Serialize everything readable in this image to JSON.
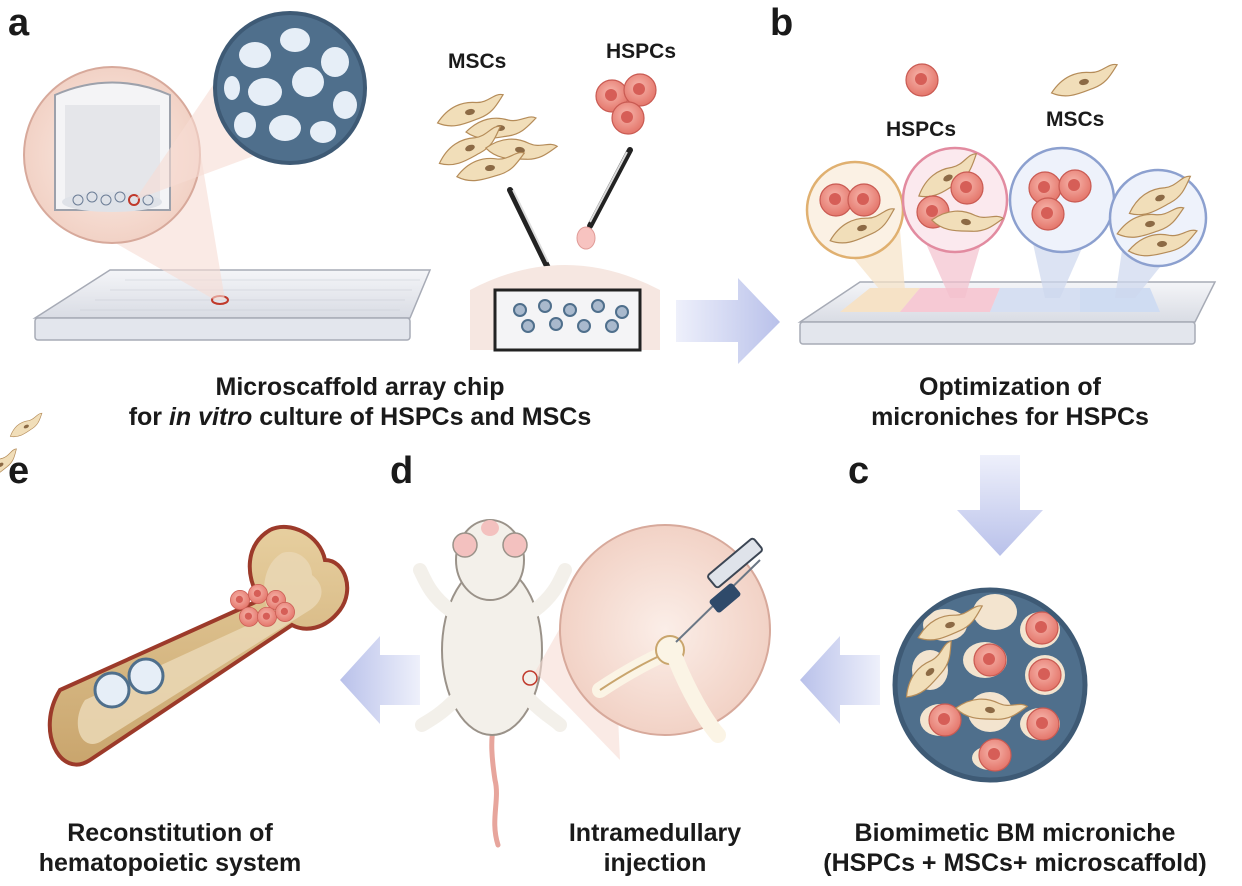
{
  "panels": {
    "a": "a",
    "b": "b",
    "c": "c",
    "d": "d",
    "e": "e"
  },
  "labels": {
    "mscs_a": "MSCs",
    "hspcs_a": "HSPCs",
    "hspcs_b": "HSPCs",
    "mscs_b": "MSCs"
  },
  "captions": {
    "a_line1": "Microscaffold array chip",
    "a_line2_pre": "for ",
    "a_line2_italic": "in vitro",
    "a_line2_post": " culture of HSPCs and MSCs",
    "b_line1": "Optimization of",
    "b_line2": "microniches for HSPCs",
    "c_line1": "Biomimetic BM microniche",
    "c_line2": "(HSPCs + MSCs+ microscaffold)",
    "d_line1": "Intramedullary",
    "d_line2": "injection",
    "e_line1": "Reconstitution of",
    "e_line2": "hematopoietic system"
  },
  "colors": {
    "scaffold_blue": "#4f6f8c",
    "hspc_pink": "#e8837a",
    "msc_tan": "#eed9b0",
    "arrow_lavender": "#c9cfee",
    "zoom_peach": "#f6dcd3",
    "bone_tan": "#d8bc8c"
  }
}
